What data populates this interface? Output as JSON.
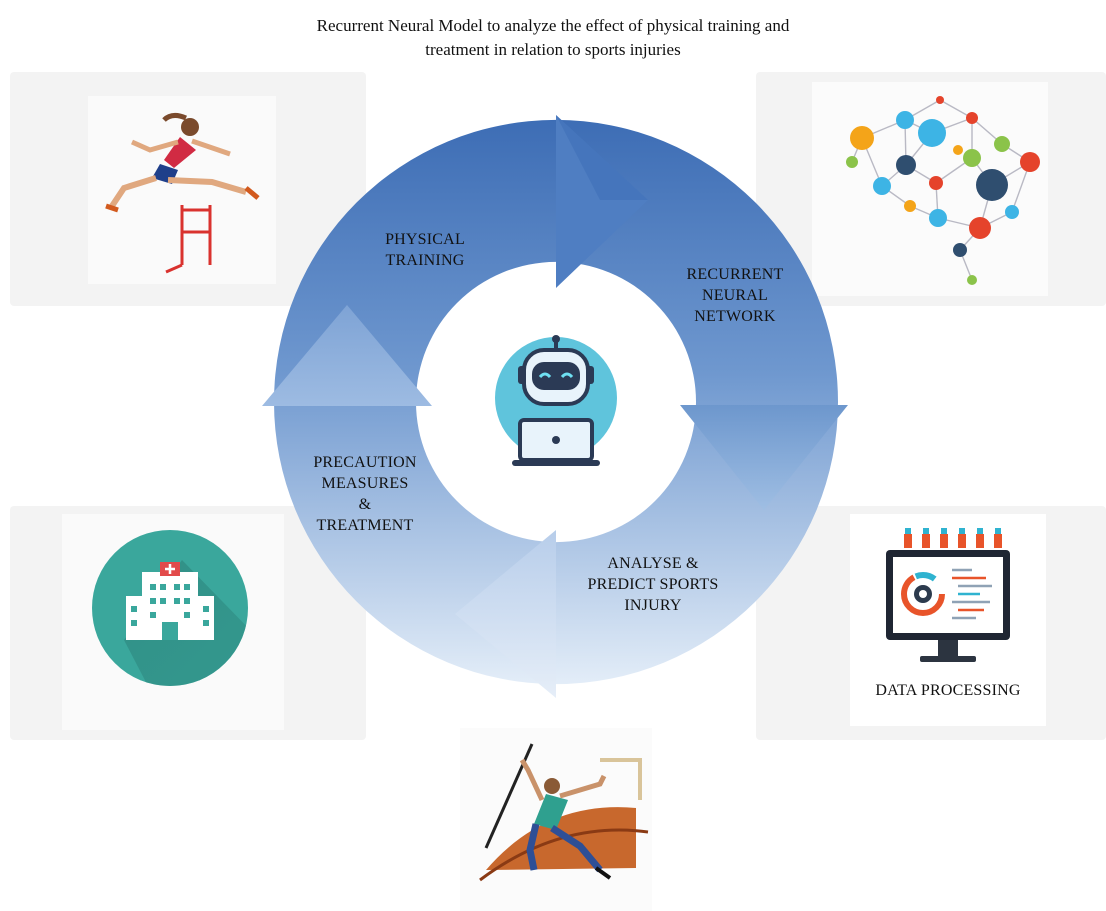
{
  "title_line1": "Recurrent Neural Model to analyze the effect of physical training and",
  "title_line2": "treatment in relation to sports injuries",
  "cycle": {
    "physical_1": "PHYSICAL",
    "physical_2": "TRAINING",
    "rnn_1": "RECURRENT",
    "rnn_2": "NEURAL",
    "rnn_3": "NETWORK",
    "analyse_1": "ANALYSE &",
    "analyse_2": "PREDICT SPORTS",
    "analyse_3": "INJURY",
    "prec_1": "PRECAUTION",
    "prec_2": "MEASURES",
    "prec_3": "&",
    "prec_4": "TREATMENT"
  },
  "data_processing_label": "DATA PROCESSING",
  "icons": [
    "hurdler-icon",
    "neural-network-brain-icon",
    "robot-laptop-icon",
    "hospital-icon",
    "monitor-gear-icon",
    "javelin-thrower-icon"
  ],
  "colors": {
    "ring_dark": "#3d6db5",
    "ring_light": "#dbe7f6",
    "robot_circle": "#5fc4dc",
    "hospital_circle": "#3aa79c"
  }
}
